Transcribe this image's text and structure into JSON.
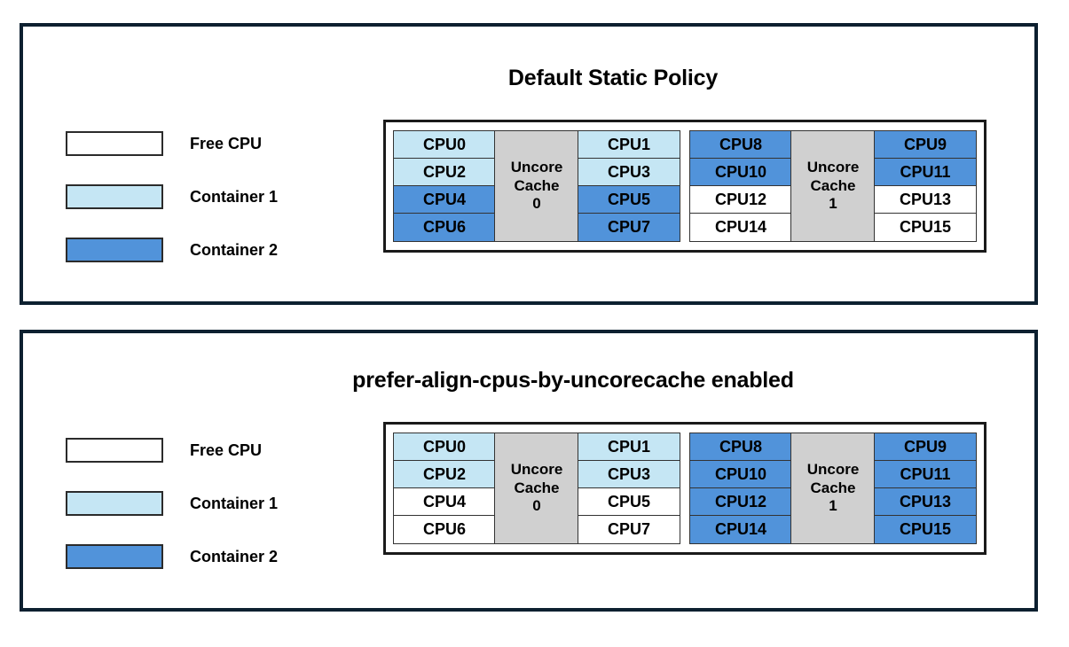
{
  "colors": {
    "free_cpu": "#ffffff",
    "container_1": "#c5e6f4",
    "container_2": "#5193da",
    "cache": "#d0d0d0",
    "frame": "#0d2030",
    "text": "#000000"
  },
  "legend": {
    "items": [
      {
        "label": "Free CPU",
        "swatch": "#ffffff"
      },
      {
        "label": "Container 1",
        "swatch": "#c5e6f4"
      },
      {
        "label": "Container 2",
        "swatch": "#5193da"
      }
    ]
  },
  "panels": [
    {
      "title": "Default Static Policy",
      "groups": [
        {
          "cache_lines": [
            "Uncore",
            "Cache",
            "0"
          ],
          "left_column": [
            {
              "label": "CPU0",
              "fill": "#c5e6f4"
            },
            {
              "label": "CPU2",
              "fill": "#c5e6f4"
            },
            {
              "label": "CPU4",
              "fill": "#5193da"
            },
            {
              "label": "CPU6",
              "fill": "#5193da"
            }
          ],
          "right_column": [
            {
              "label": "CPU1",
              "fill": "#c5e6f4"
            },
            {
              "label": "CPU3",
              "fill": "#c5e6f4"
            },
            {
              "label": "CPU5",
              "fill": "#5193da"
            },
            {
              "label": "CPU7",
              "fill": "#5193da"
            }
          ]
        },
        {
          "cache_lines": [
            "Uncore",
            "Cache",
            "1"
          ],
          "left_column": [
            {
              "label": "CPU8",
              "fill": "#5193da"
            },
            {
              "label": "CPU10",
              "fill": "#5193da"
            },
            {
              "label": "CPU12",
              "fill": "#ffffff"
            },
            {
              "label": "CPU14",
              "fill": "#ffffff"
            }
          ],
          "right_column": [
            {
              "label": "CPU9",
              "fill": "#5193da"
            },
            {
              "label": "CPU11",
              "fill": "#5193da"
            },
            {
              "label": "CPU13",
              "fill": "#ffffff"
            },
            {
              "label": "CPU15",
              "fill": "#ffffff"
            }
          ]
        }
      ]
    },
    {
      "title": "prefer-align-cpus-by-uncorecache enabled",
      "groups": [
        {
          "cache_lines": [
            "Uncore",
            "Cache",
            "0"
          ],
          "left_column": [
            {
              "label": "CPU0",
              "fill": "#c5e6f4"
            },
            {
              "label": "CPU2",
              "fill": "#c5e6f4"
            },
            {
              "label": "CPU4",
              "fill": "#ffffff"
            },
            {
              "label": "CPU6",
              "fill": "#ffffff"
            }
          ],
          "right_column": [
            {
              "label": "CPU1",
              "fill": "#c5e6f4"
            },
            {
              "label": "CPU3",
              "fill": "#c5e6f4"
            },
            {
              "label": "CPU5",
              "fill": "#ffffff"
            },
            {
              "label": "CPU7",
              "fill": "#ffffff"
            }
          ]
        },
        {
          "cache_lines": [
            "Uncore",
            "Cache",
            "1"
          ],
          "left_column": [
            {
              "label": "CPU8",
              "fill": "#5193da"
            },
            {
              "label": "CPU10",
              "fill": "#5193da"
            },
            {
              "label": "CPU12",
              "fill": "#5193da"
            },
            {
              "label": "CPU14",
              "fill": "#5193da"
            }
          ],
          "right_column": [
            {
              "label": "CPU9",
              "fill": "#5193da"
            },
            {
              "label": "CPU11",
              "fill": "#5193da"
            },
            {
              "label": "CPU13",
              "fill": "#5193da"
            },
            {
              "label": "CPU15",
              "fill": "#5193da"
            }
          ]
        }
      ]
    }
  ]
}
